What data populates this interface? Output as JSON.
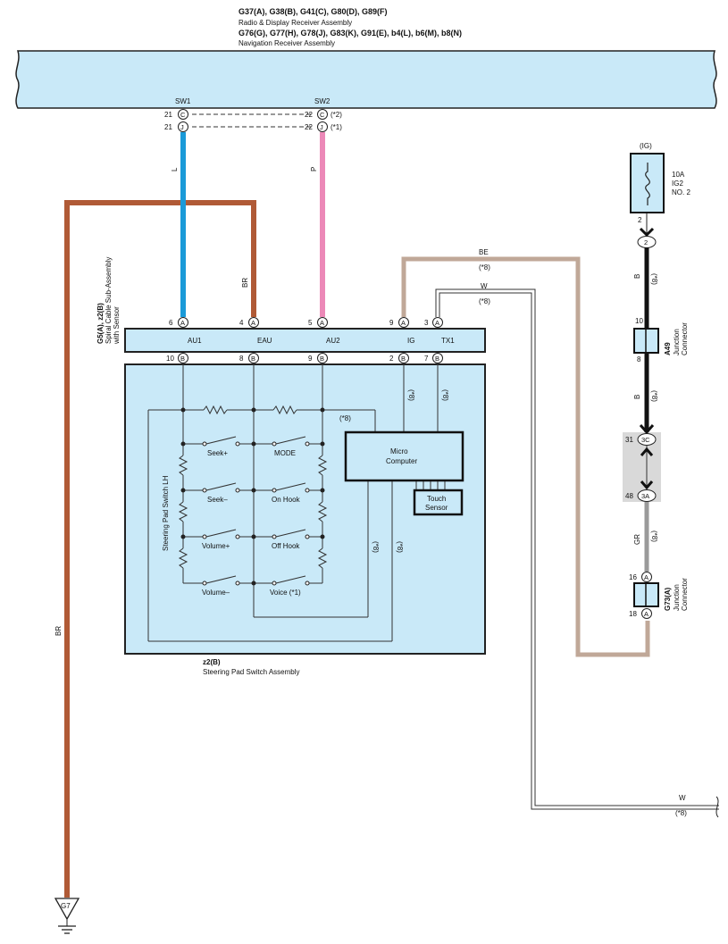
{
  "header": {
    "line1": "G37(A), G38(B), G41(C), G80(D), G89(F)",
    "line2": "Radio & Display Receiver Assembly",
    "line3": "G76(G), G77(H), G78(J), G83(K), G91(E), b4(L), b6(M), b8(N)",
    "line4": "Navigation Receiver Assembly"
  },
  "receiver": {
    "sw1": "SW1",
    "sw2": "SW2",
    "pin_left": "21",
    "pin_right": "22",
    "conn_c": "C",
    "conn_j": "J",
    "note_c": "(*2)",
    "note_j": "(*1)"
  },
  "wires": {
    "l": "L",
    "p": "P",
    "br": "BR",
    "br_long": "BR",
    "be": "BE",
    "w": "W",
    "b_top": "B",
    "b_mid": "B",
    "gr": "GR",
    "w_bottom": "W",
    "n8": "(*8)"
  },
  "spiral": {
    "label1": "G5(A), z2(B)",
    "label2": "Spiral Cable Sub-Assembly",
    "label3": "with Sensor",
    "pins": [
      {
        "num": "6",
        "conn": "A",
        "sig": "AU1"
      },
      {
        "num": "4",
        "conn": "A",
        "sig": "EAU"
      },
      {
        "num": "5",
        "conn": "A",
        "sig": "AU2"
      },
      {
        "num": "9",
        "conn": "A",
        "sig": "IG"
      },
      {
        "num": "3",
        "conn": "A",
        "sig": "TX1"
      }
    ],
    "bpins": [
      {
        "num": "10",
        "conn": "B"
      },
      {
        "num": "8",
        "conn": "B"
      },
      {
        "num": "9",
        "conn": "B"
      },
      {
        "num": "2",
        "conn": "B"
      },
      {
        "num": "7",
        "conn": "B"
      }
    ]
  },
  "switch": {
    "side_label": "Steering Pad Switch LH",
    "seek_plus": "Seek+",
    "mode": "MODE",
    "seek_minus": "Seek–",
    "on_hook": "On Hook",
    "vol_plus": "Volume+",
    "off_hook": "Off Hook",
    "vol_minus": "Volume–",
    "voice": "Voice (*1)",
    "micro1": "Micro",
    "micro2": "Computer",
    "touch1": "Touch",
    "touch2": "Sensor",
    "bottom1": "z2(B)",
    "bottom2": "Steering Pad Switch Assembly"
  },
  "fuse": {
    "ig": "(IG)",
    "amp": "10A",
    "name1": "IG2",
    "name2": "NO. 2",
    "pin": "2",
    "conn": "2"
  },
  "junction_a49": {
    "pin_top": "10",
    "pin_bottom": "8",
    "id": "A49",
    "line1": "Junction",
    "line2": "Connector"
  },
  "grey_block": {
    "pin_top": "31",
    "conn_top": "3C",
    "pin_bottom": "48",
    "conn_bottom": "3A"
  },
  "junction_g73": {
    "pin_top": "16",
    "pin_bottom": "18",
    "conn": "A",
    "id": "G73(A)",
    "line1": "Junction",
    "line2": "Connector"
  },
  "ground": {
    "id": "G7"
  }
}
